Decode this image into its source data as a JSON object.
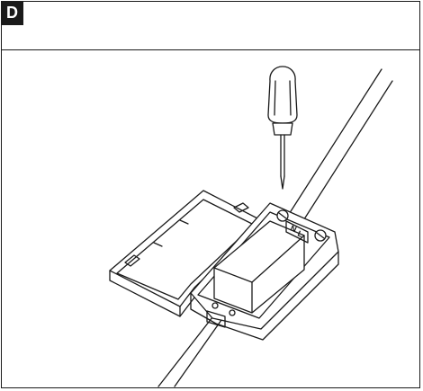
{
  "panel": {
    "label": "D"
  },
  "terminals": {
    "neutral": "N",
    "live": "L"
  },
  "icons": {
    "tool": "screwdriver-icon",
    "enclosure": "junction-box-icon"
  },
  "colors": {
    "ink": "#1a1a1a",
    "background": "#ffffff",
    "badge_text": "#ffffff"
  }
}
